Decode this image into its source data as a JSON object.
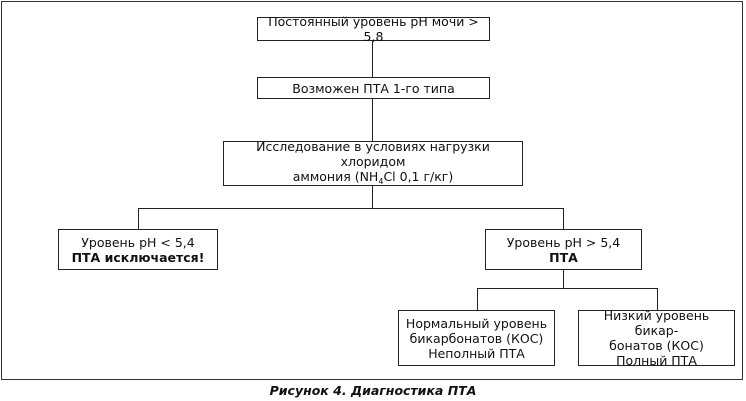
{
  "diagram": {
    "box1": {
      "text": "Постоянный уровень pH мочи > 5,8"
    },
    "box2": {
      "text": "Возможен ПТА 1-го типа"
    },
    "box3": {
      "line1": "Исследование в условиях нагрузки хлоридом",
      "line2_prefix": "аммония (NH",
      "line2_sub": "4",
      "line2_suffix": "Cl 0,1 г/кг)"
    },
    "box4": {
      "line1": "Уровень pH < 5,4",
      "line2": "ПТА исключается!"
    },
    "box5": {
      "line1": "Уровень pH > 5,4",
      "line2": "ПТА"
    },
    "box6": {
      "line1": "Нормальный уровень",
      "line2": "бикарбонатов (КОС)",
      "line3": "Неполный ПТА"
    },
    "box7": {
      "line1": "Низкий уровень бикар-",
      "line2": "бонатов (КОС)",
      "line3": "Полный ПТА"
    }
  },
  "caption": "Рисунок 4. Диагностика ПТА"
}
